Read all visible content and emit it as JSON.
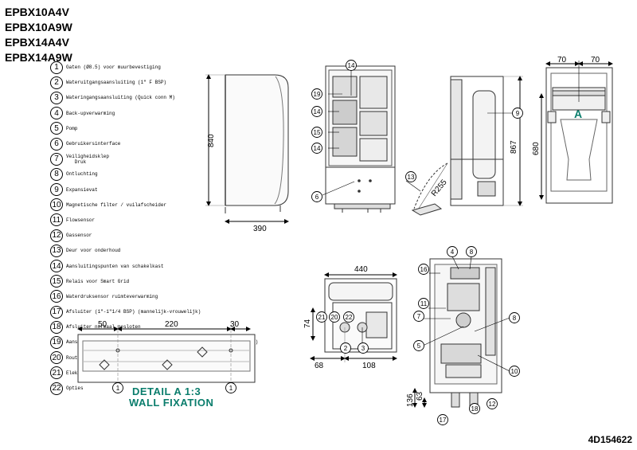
{
  "models": [
    "EPBX10A4V",
    "EPBX10A9W",
    "EPBX14A4V",
    "EPBX14A9W"
  ],
  "legend": [
    {
      "num": "1",
      "text": "Gaten (Ø8.5) voor muurbevestiging"
    },
    {
      "num": "2",
      "text": "Wateruitgangsaansluiting (1\" F BSP)"
    },
    {
      "num": "3",
      "text": "Wateringangsaansluiting (Quick conn M)"
    },
    {
      "num": "4",
      "text": "Back-upverwarming"
    },
    {
      "num": "5",
      "text": "Pomp"
    },
    {
      "num": "6",
      "text": "Gebruikersinterface"
    },
    {
      "num": "7",
      "text": "Veiligheidsklep\n   Druk"
    },
    {
      "num": "8",
      "text": "Ontluchting"
    },
    {
      "num": "9",
      "text": "Expansievat"
    },
    {
      "num": "10",
      "text": "Magnetische filter / vuilafscheider"
    },
    {
      "num": "11",
      "text": "Flowsensor"
    },
    {
      "num": "12",
      "text": "Gassensor"
    },
    {
      "num": "13",
      "text": "Deur voor onderhoud"
    },
    {
      "num": "14",
      "text": "Aansluitingspunten van schakelkast"
    },
    {
      "num": "15",
      "text": "Relais voor Smart Grid"
    },
    {
      "num": "16",
      "text": "Waterdruksensor ruimteverwarming"
    },
    {
      "num": "17",
      "text": "Afsluiter (1\"-1\"1/4 BSP) (mannelijk-vrouwelijk)"
    },
    {
      "num": "18",
      "text": "Afsluiter normaal gesloten ________"
    },
    {
      "num": "19",
      "text": "Aansluitingspunten van schakelkast voor de warmtapwatertank (optie)"
    },
    {
      "num": "20",
      "text": "Routeringsgat voor elektriciteitssnoer (onderkant)"
    },
    {
      "num": "21",
      "text": "Elektrische voeding back-upverwarming"
    },
    {
      "num": "22",
      "text": "Opties"
    }
  ],
  "dimensions": {
    "front_height": "840",
    "front_width": "390",
    "side_height": "867",
    "swing_radius": "R255",
    "back_top_left": "70",
    "back_top_right": "70",
    "back_height": "680",
    "bottom_width": "440",
    "bottom_height": "74",
    "bottom_left": "68",
    "bottom_right": "108",
    "wall_left": "50",
    "wall_mid": "220",
    "wall_right": "30",
    "pipe_low": "63",
    "pipe_high": "136"
  },
  "labels": {
    "view_marker": "A",
    "detail_line1": "DETAIL A 1:3",
    "detail_line2": "WALL FIXATION"
  },
  "callouts": {
    "front": [
      "14",
      "19",
      "14",
      "15",
      "14",
      "6",
      "13"
    ],
    "side": [
      "9"
    ],
    "bottom": [
      "21",
      "20",
      "22",
      "2",
      "3"
    ],
    "interior": [
      "4",
      "8",
      "16",
      "11",
      "7",
      "8",
      "5",
      "10",
      "17",
      "18",
      "12"
    ],
    "wall": [
      "1",
      "1"
    ]
  },
  "doc_number": "4D154622"
}
